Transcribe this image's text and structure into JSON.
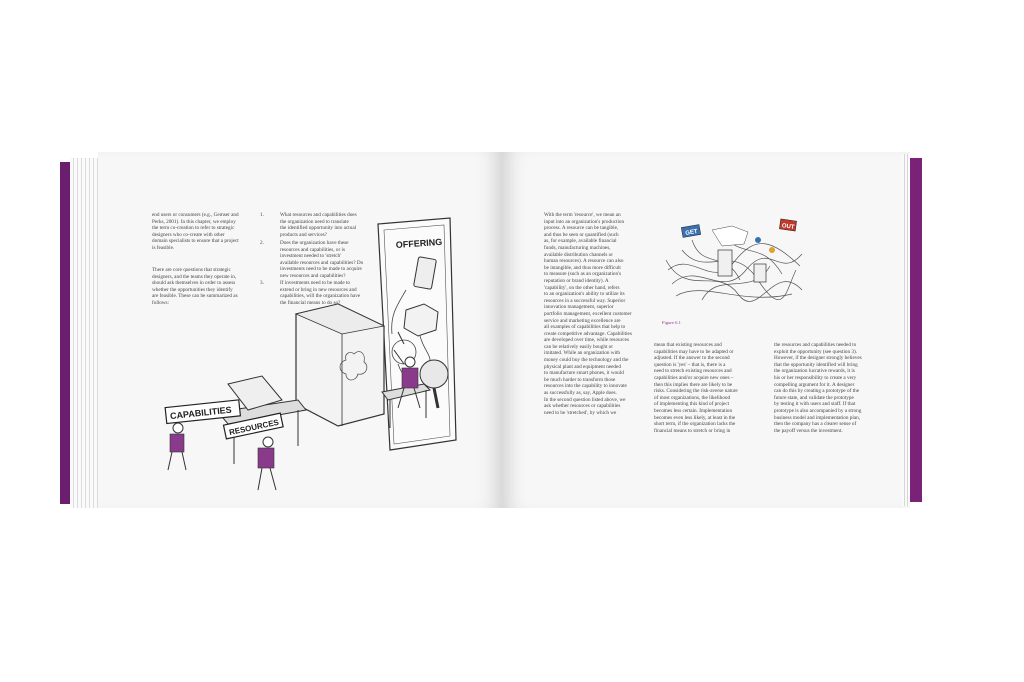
{
  "left_page": {
    "col1_para1": "end users or consumers (e.g., Gemser and\nPerks, 2001). In this chapter, we employ\nthe term co-creation to refer to strategic\ndesigners who co-create with other\ndomain specialists to ensure that a project\nis feasible.",
    "col1_para2": "There are core questions that strategic\ndesigners, and the teams they operate in,\nshould ask themselves in order to assess\nwhether the opportunities they identify\nare feasible. These can be summarized as\nfollows:",
    "questions": [
      {
        "num": "1.",
        "text": "What resources and capabilities does\nthe organization need to translate\nthe identified opportunity into actual\nproducts and services?"
      },
      {
        "num": "2.",
        "text": "Does the organization have these\nresources and capabilities, or is\ninvestment needed to 'stretch'\navailable resources and capabilities? Do\ninvestments need to be made to acquire\nnew resources and capabilities?"
      },
      {
        "num": "3.",
        "text": "If investments need to be made to\nextend or bring in new resources and\ncapabilities, will the organization have\nthe financial means to do so?"
      }
    ],
    "illustration": {
      "offering": "OFFERING",
      "capabilities": "CAPABILITIES",
      "resources": "RESOURCES"
    }
  },
  "right_page": {
    "col1": "With the term 'resource', we mean an\ninput into an organization's production\nprocess. A resource can be tangible,\nand thus be seen or quantified (such\nas, for example, available financial\nfunds, manufacturing machines,\navailable distribution channels or\nhuman resources). A resource can also\nbe intangible, and thus more difficult\nto measure (such as an organization's\nreputation or brand identity). A\n'capability', on the other hand, refers\nto an organization's ability to utilize its\nresources in a successful way. Superior\ninnovation management, superior\nportfolio management, excellent customer\nservice and marketing excellence are\nall examples of capabilities that help to\ncreate competitive advantage. Capabilities\nare developed over time, while resources\ncan be relatively easily bought or\nimitated. While an organization with\nmoney could buy the technology and the\nphysical plant and equipment needed\nto manufacture smart phones, it would\nbe much harder to transform those\nresources into the capability to innovate\nas successfully as, say, Apple does.\nIn the second question listed above, we\nask whether resources or capabilities\nneed to be 'stretched', by which we",
    "col2": "mean that existing resources and\ncapabilities may have to be adapted or\nadjusted. If the answer to the second\nquestion is 'yes' – that is, there is a\nneed to stretch existing resources and\ncapabilities and/or acquire new ones –\nthen this implies there are likely to be\nrisks. Considering the risk-averse nature\nof most organizations, the likelihood\nof implementing this kind of project\nbecomes less certain. Implementation\nbecomes even less likely, at least in the\nshort term, if the organization lacks the\nfinancial means to stretch or bring in",
    "col3": "the resources and capabilities needed to\nexploit the opportunity (see question 3).\nHowever, if the designer strongly believes\nthat the opportunity identified will bring\nthe organization lucrative rewards, it is\nhis or her responsibility to create a very\ncompelling argument for it. A designer\ncan do this by creating a prototype of the\nfuture state, and validate the prototype\nby testing it with users and staff. If that\nprototype is also accompanied by a strong\nbusiness model and implementation plan,\nthen the company has a clearer sense of\nthe payoff versus the investment.",
    "figure_caption_label": "Figure 6.1",
    "figure_caption_text": "",
    "figure_signs": {
      "left": "GET",
      "right": "OUT"
    }
  },
  "colors": {
    "accent": "#7a2277",
    "figure_pink": "#c0392b",
    "figure_blue": "#3a6fb0"
  }
}
